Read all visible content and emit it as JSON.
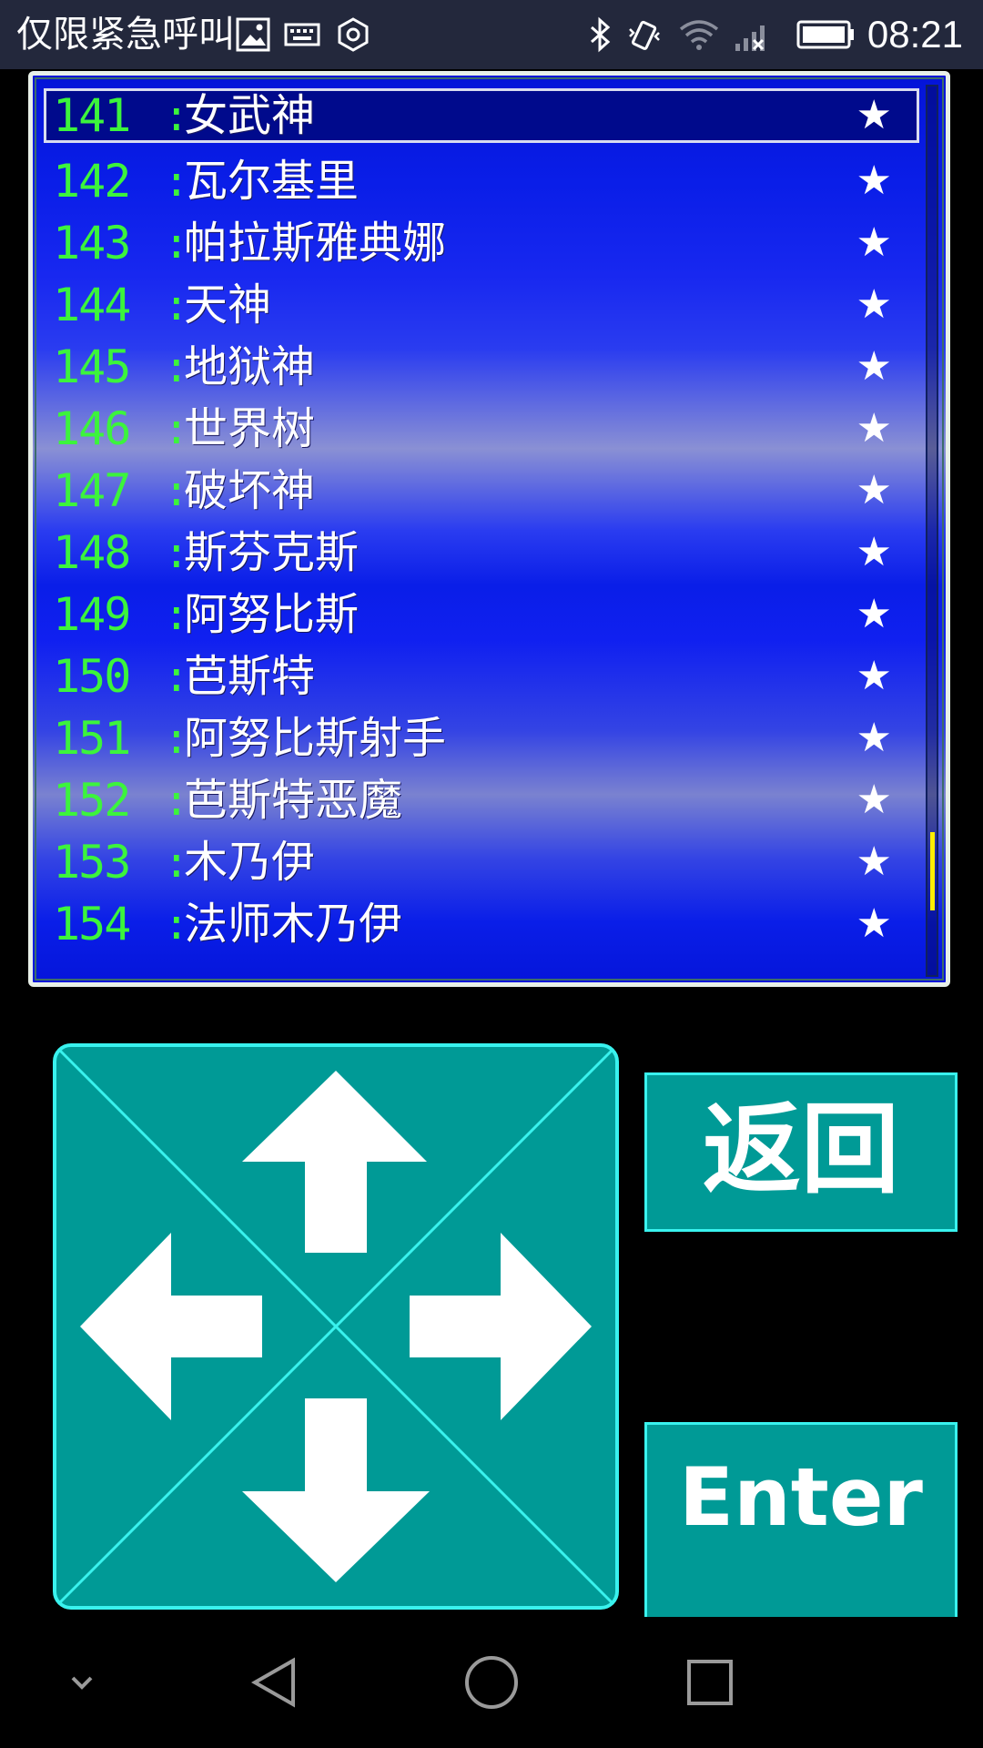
{
  "status_bar": {
    "carrier_text": "仅限紧急呼叫",
    "time": "08:21",
    "icons": [
      "gallery-icon",
      "keyboard-icon",
      "settings-hex-icon",
      "bluetooth-icon",
      "vibrate-icon",
      "wifi-icon",
      "signal-no-service-icon",
      "battery-icon"
    ]
  },
  "list": {
    "separator": ":",
    "scroll_position_fraction": 0.92,
    "selected_index": 0,
    "items": [
      {
        "num": "141",
        "name": "女武神",
        "mark": "★"
      },
      {
        "num": "142",
        "name": "瓦尔基里",
        "mark": "★"
      },
      {
        "num": "143",
        "name": "帕拉斯雅典娜",
        "mark": "★"
      },
      {
        "num": "144",
        "name": "天神",
        "mark": "★"
      },
      {
        "num": "145",
        "name": "地狱神",
        "mark": "★"
      },
      {
        "num": "146",
        "name": "世界树",
        "mark": "★"
      },
      {
        "num": "147",
        "name": "破坏神",
        "mark": "★"
      },
      {
        "num": "148",
        "name": "斯芬克斯",
        "mark": "★"
      },
      {
        "num": "149",
        "name": "阿努比斯",
        "mark": "★"
      },
      {
        "num": "150",
        "name": "芭斯特",
        "mark": "★"
      },
      {
        "num": "151",
        "name": "阿努比斯射手",
        "mark": "★"
      },
      {
        "num": "152",
        "name": "芭斯特恶魔",
        "mark": "★"
      },
      {
        "num": "153",
        "name": "木乃伊",
        "mark": "★"
      },
      {
        "num": "154",
        "name": "法师木乃伊",
        "mark": "★"
      }
    ]
  },
  "controls": {
    "back_label": "返回",
    "enter_label": "Enter",
    "dpad_color": "#009a96",
    "dpad_border_color": "#39f2ee"
  },
  "nav_bar": {
    "icons": [
      "collapse-chevron-icon",
      "back-triangle-icon",
      "home-circle-icon",
      "recents-square-icon"
    ]
  }
}
